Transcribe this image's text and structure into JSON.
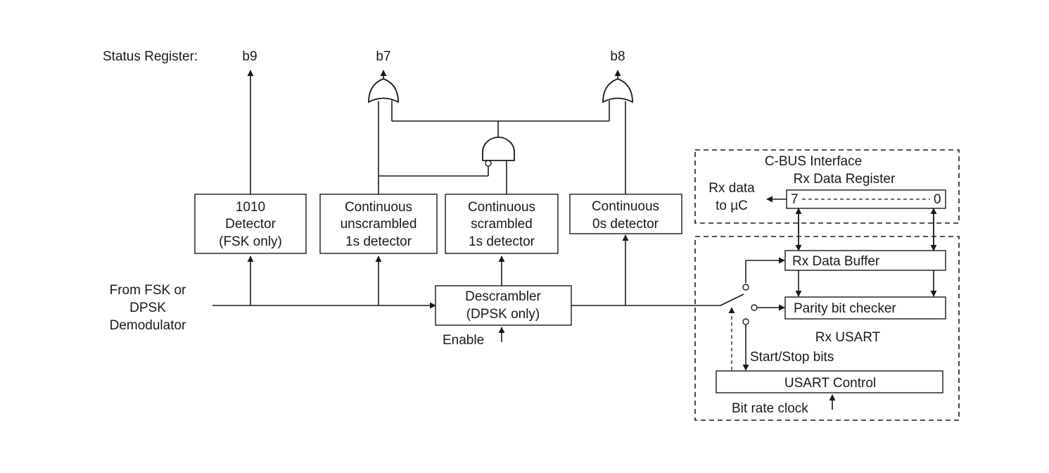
{
  "status_register": {
    "label": "Status Register:",
    "bits": [
      "b9",
      "b7",
      "b8"
    ]
  },
  "input": {
    "lines": [
      "From FSK or",
      "DPSK",
      "Demodulator"
    ]
  },
  "blocks": {
    "detector_1010": [
      "1010",
      "Detector",
      "(FSK only)"
    ],
    "unscrambled": [
      "Continuous",
      "unscrambled",
      "1s  detector"
    ],
    "scrambled": [
      "Continuous",
      "scrambled",
      "1s  detector"
    ],
    "zeros": [
      "Continuous",
      "0s  detector"
    ],
    "descrambler": [
      "Descrambler",
      "(DPSK only)"
    ]
  },
  "enable_label": "Enable",
  "cbus": {
    "title": "C-BUS Interface",
    "register_title": "Rx Data Register",
    "bit_high": "7",
    "bit_low": "0",
    "output": [
      "Rx data",
      "to µC"
    ]
  },
  "usart": {
    "data_buffer": "Rx Data Buffer",
    "parity_checker": "Parity bit checker",
    "title": "Rx USART",
    "start_stop": "Start/Stop bits",
    "control": "USART Control",
    "clock_label": "Bit rate clock"
  }
}
